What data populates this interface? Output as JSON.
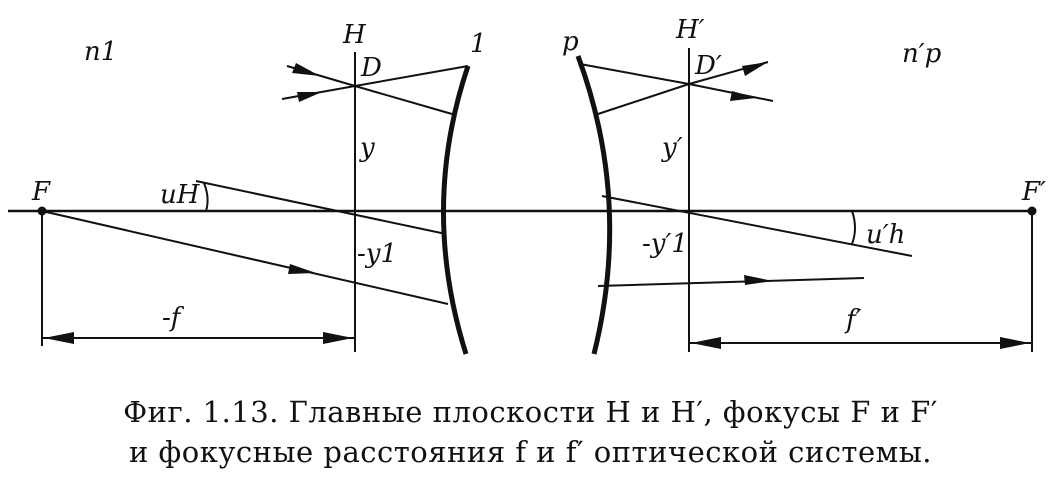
{
  "labels": {
    "n1": "n1",
    "np": "n′p",
    "H": "H",
    "Hp": "H′",
    "D": "D",
    "Dp": "D′",
    "one": "1",
    "p": "p",
    "y": "y",
    "yp": "y′",
    "F": "F",
    "Fp": "F′",
    "uH": "uH",
    "uHp": "u′h",
    "y1": "-y1",
    "y1p": "-y′1",
    "f": "-f",
    "fp": "f′"
  },
  "caption": {
    "line1": "Фиг. 1.13. Главные плоскости H и H′, фокусы F и F′",
    "line2": "и фокусные расстояния f и f′ оптической системы."
  }
}
